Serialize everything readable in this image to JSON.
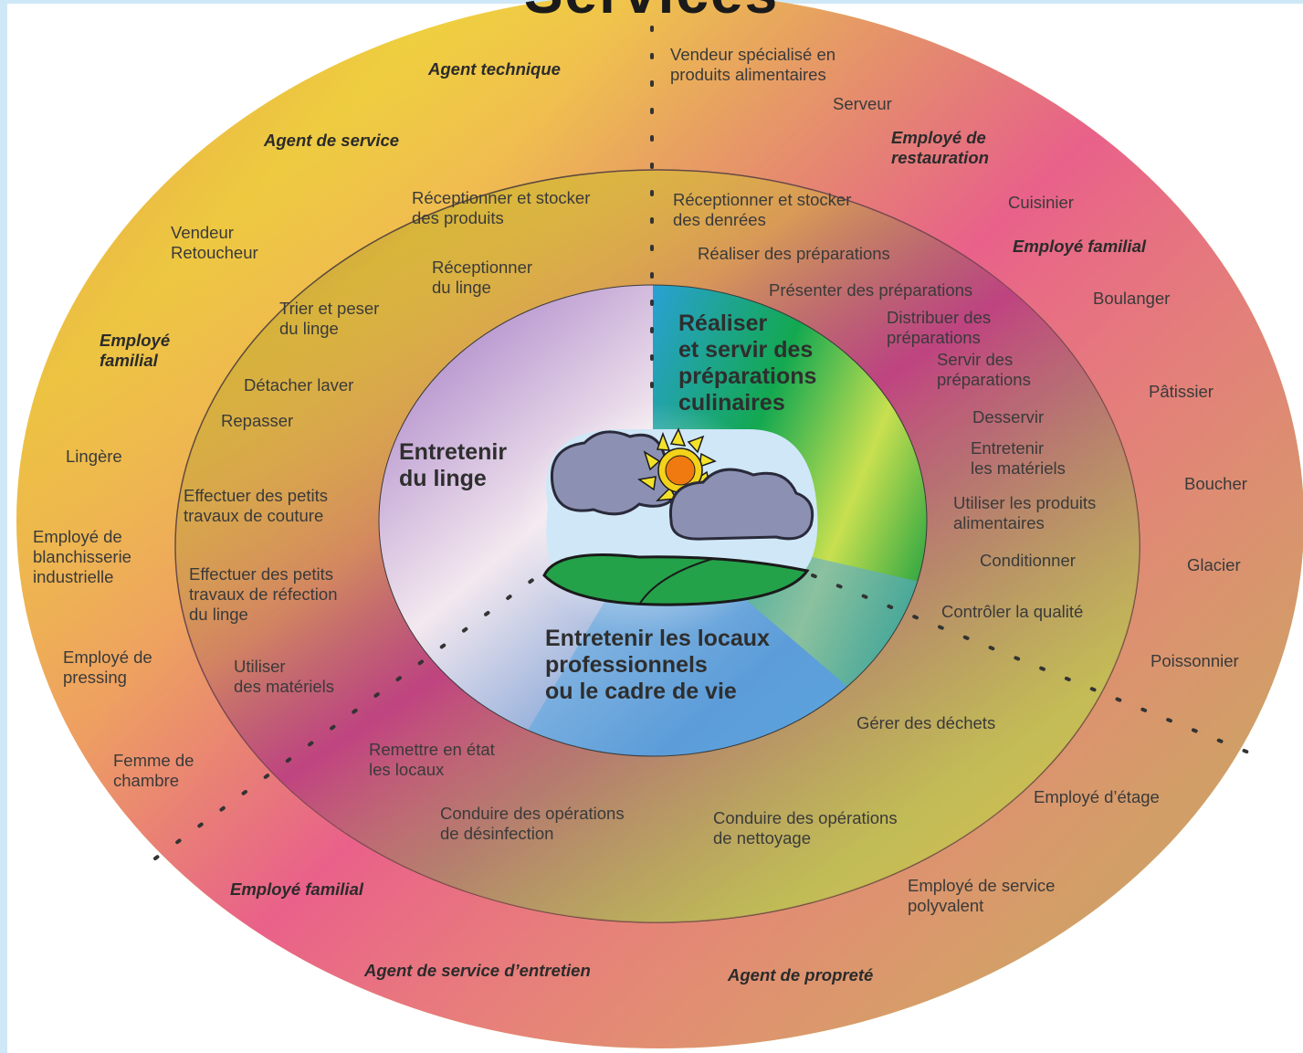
{
  "title": "Services",
  "core_functions": {
    "culinaire": "Réaliser\net servir des\npréparations\nculinaires",
    "linge": "Entretenir\ndu linge",
    "locaux": "Entretenir les locaux\nprofessionnels\nou le cadre de vie"
  },
  "activities": {
    "receptionner_stocker_produits": "Réceptionner et stocker\ndes produits",
    "receptionner_linge": "Réceptionner\ndu linge",
    "trier_peser": "Trier et peser\ndu linge",
    "detacher_laver": "Détacher laver",
    "repasser": "Repasser",
    "petits_travaux_couture": "Effectuer des petits\ntravaux de couture",
    "petits_travaux_refection": "Effectuer des petits\ntravaux de réfection\ndu linge",
    "utiliser_materiels": "Utiliser\ndes matériels",
    "remettre_etat": "Remettre en état\nles locaux",
    "desinfection": "Conduire des opérations\nde désinfection",
    "nettoyage": "Conduire des opérations\nde nettoyage",
    "gerer_dechets": "Gérer des déchets",
    "receptionner_stocker_denrees": "Réceptionner et stocker\ndes denrées",
    "realiser_preparations": "Réaliser des préparations",
    "presenter_preparations": "Présenter des préparations",
    "distribuer_preparations": "Distribuer des\npréparations",
    "servir_preparations": "Servir des\npréparations",
    "desservir": "Desservir",
    "entretenir_materiels": "Entretenir\nles matériels",
    "utiliser_produits": "Utiliser les produits\nalimentaires",
    "conditionner": "Conditionner",
    "controler_qualite": "Contrôler la qualité"
  },
  "jobs": {
    "agent_technique": "Agent technique",
    "agent_service": "Agent de service",
    "vendeur_retoucheur": "Vendeur\nRetoucheur",
    "employe_familial_left": "Employé\nfamilial",
    "lingere": "Lingère",
    "blanchisserie": "Employé de\nblanchisserie\nindustrielle",
    "pressing": "Employé de\npressing",
    "femme_chambre": "Femme de\nchambre",
    "employe_familial_bottom": "Employé familial",
    "agent_entretien": "Agent de service d’entretien",
    "agent_proprete": "Agent de propreté",
    "service_polyvalent": "Employé de service\npolyvalent",
    "employe_etage": "Employé d’étage",
    "poissonnier": "Poissonnier",
    "glacier": "Glacier",
    "boucher": "Boucher",
    "patissier": "Pâtissier",
    "boulanger": "Boulanger",
    "employe_familial_right": "Employé familial",
    "cuisinier": "Cuisinier",
    "employe_restauration": "Employé de\nrestauration",
    "serveur": "Serveur",
    "vendeur_alimentaire": "Vendeur spécialisé en\nproduits alimentaires"
  },
  "colors": {
    "outer_yellow": "#e6e62a",
    "outer_green": "#9bcf3a",
    "outer_pink": "#e8568a",
    "center_green": "#12a84a",
    "center_blue": "#5fa8e0",
    "sun": "#f07a10",
    "cloud": "#8a90b0"
  }
}
